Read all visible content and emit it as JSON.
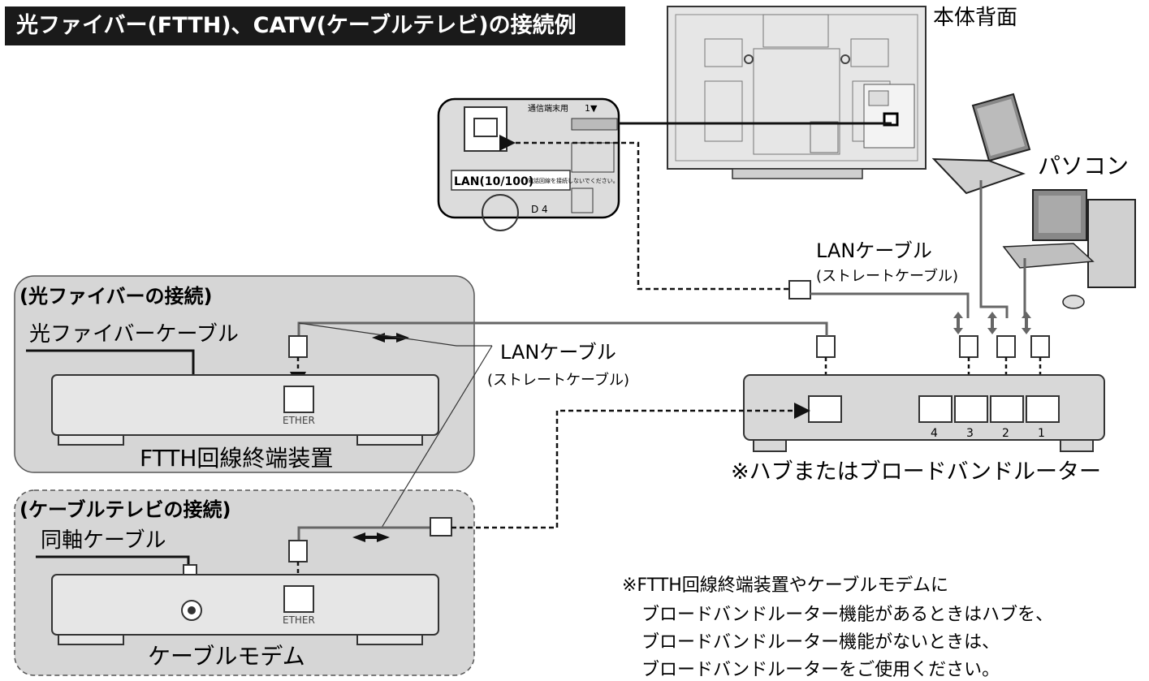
{
  "title": "光ファイバー(FTTH)、CATV(ケーブルテレビ)の接続例",
  "tv": {
    "label": "本体背面",
    "panel_header": "通信端末用",
    "panel_port_num": "1▼",
    "lan_port_label": "LAN(10/100)",
    "lan_port_note": "電話回線を接続しないでください。",
    "d4_label": "D 4"
  },
  "pc": {
    "label": "パソコン"
  },
  "lan_cable_label": "LANケーブル",
  "lan_cable_sublabel": "(ストレートケーブル)",
  "fiber_section": {
    "heading": "(光ファイバーの接続)",
    "cable_label": "光ファイバーケーブル",
    "port_label": "ETHER",
    "device_label": "FTTH回線終端装置"
  },
  "catv_section": {
    "heading": "(ケーブルテレビの接続)",
    "cable_label": "同軸ケーブル",
    "port_label": "ETHER",
    "device_label": "ケーブルモデム"
  },
  "hub": {
    "label": "※ハブまたはブロードバンドルーター",
    "port_numbers": [
      "4",
      "3",
      "2",
      "1"
    ]
  },
  "footnote": {
    "line1": "※FTTH回線終端装置やケーブルモデムに",
    "line2": "ブロードバンドルーター機能があるときはハブを、",
    "line3": "ブロードバンドルーター機能がないときは、",
    "line4": "ブロードバンドルーターをご使用ください。"
  }
}
